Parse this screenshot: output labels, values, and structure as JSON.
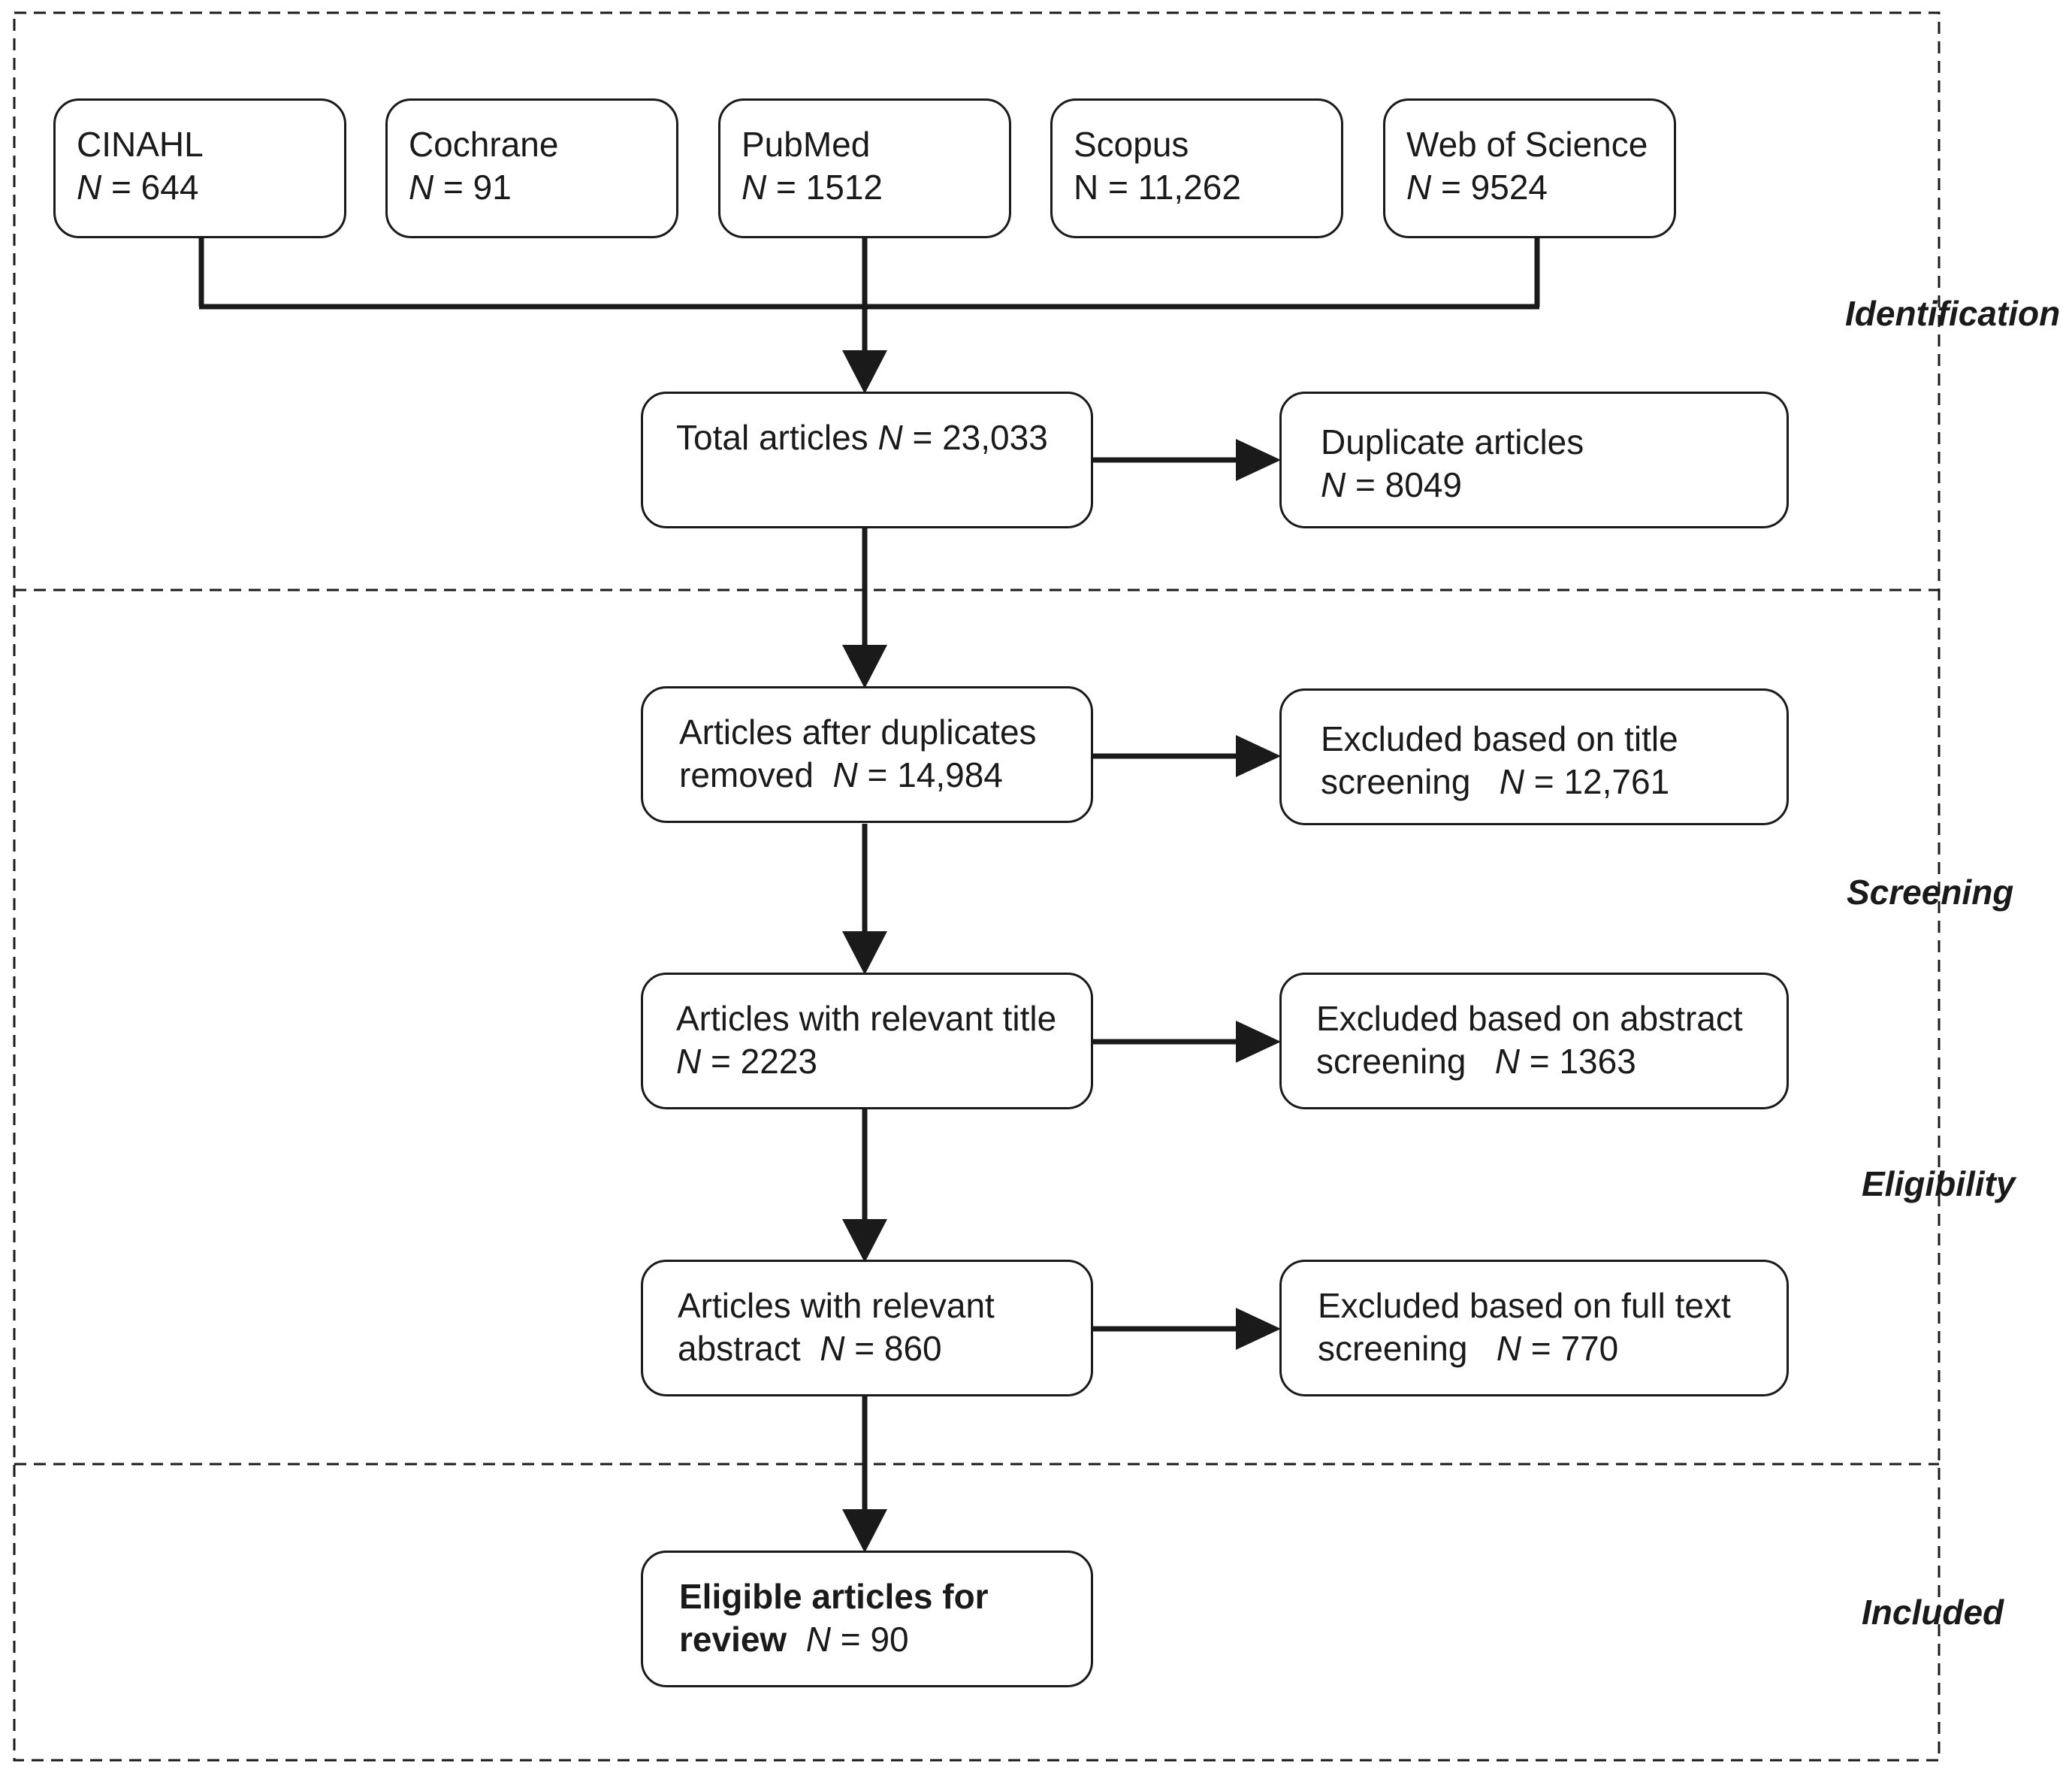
{
  "stages": {
    "identification": "Identification",
    "screening": "Screening",
    "eligibility": "Eligibility",
    "included": "Included"
  },
  "sources": [
    {
      "name": "CINAHL",
      "n_label": "N",
      "n_value": "= 644"
    },
    {
      "name": "Cochrane",
      "n_label": "N",
      "n_value": "= 91"
    },
    {
      "name": "PubMed",
      "n_label": "N",
      "n_value": "= 1512"
    },
    {
      "name": "Scopus",
      "n_label": "N = 11,262"
    },
    {
      "name": "Web of Science",
      "n_label": "N",
      "n_value": "= 9524"
    }
  ],
  "flow": {
    "total": {
      "text": "Total articles ",
      "n_label": "N",
      "n_value": " = 23,033"
    },
    "after_duplicates": {
      "line1": "Articles after duplicates",
      "line2": "removed  ",
      "n_label": "N",
      "n_value": " = 14,984"
    },
    "relevant_title": {
      "line1": "Articles with relevant title",
      "n_label": "N",
      "n_value": " = 2223"
    },
    "relevant_abstract": {
      "line1": "Articles with relevant",
      "line2": "abstract  ",
      "n_label": "N",
      "n_value": " = 860"
    },
    "eligible": {
      "line1": "Eligible articles for",
      "line2": "review  ",
      "n_label": "N",
      "n_value": " = 90"
    }
  },
  "excluded": {
    "duplicates": {
      "line1": "Duplicate articles",
      "n_label": "N",
      "n_value": " = 8049"
    },
    "title": {
      "line1": "Excluded based on title",
      "line2": "screening   ",
      "n_label": "N",
      "n_value": " = 12,761"
    },
    "abstract": {
      "line1": "Excluded based on abstract",
      "line2": "screening   ",
      "n_label": "N",
      "n_value": " = 1363"
    },
    "full_text": {
      "line1": "Excluded based on full text",
      "line2": "screening   ",
      "n_label": "N",
      "n_value": " = 770"
    }
  }
}
